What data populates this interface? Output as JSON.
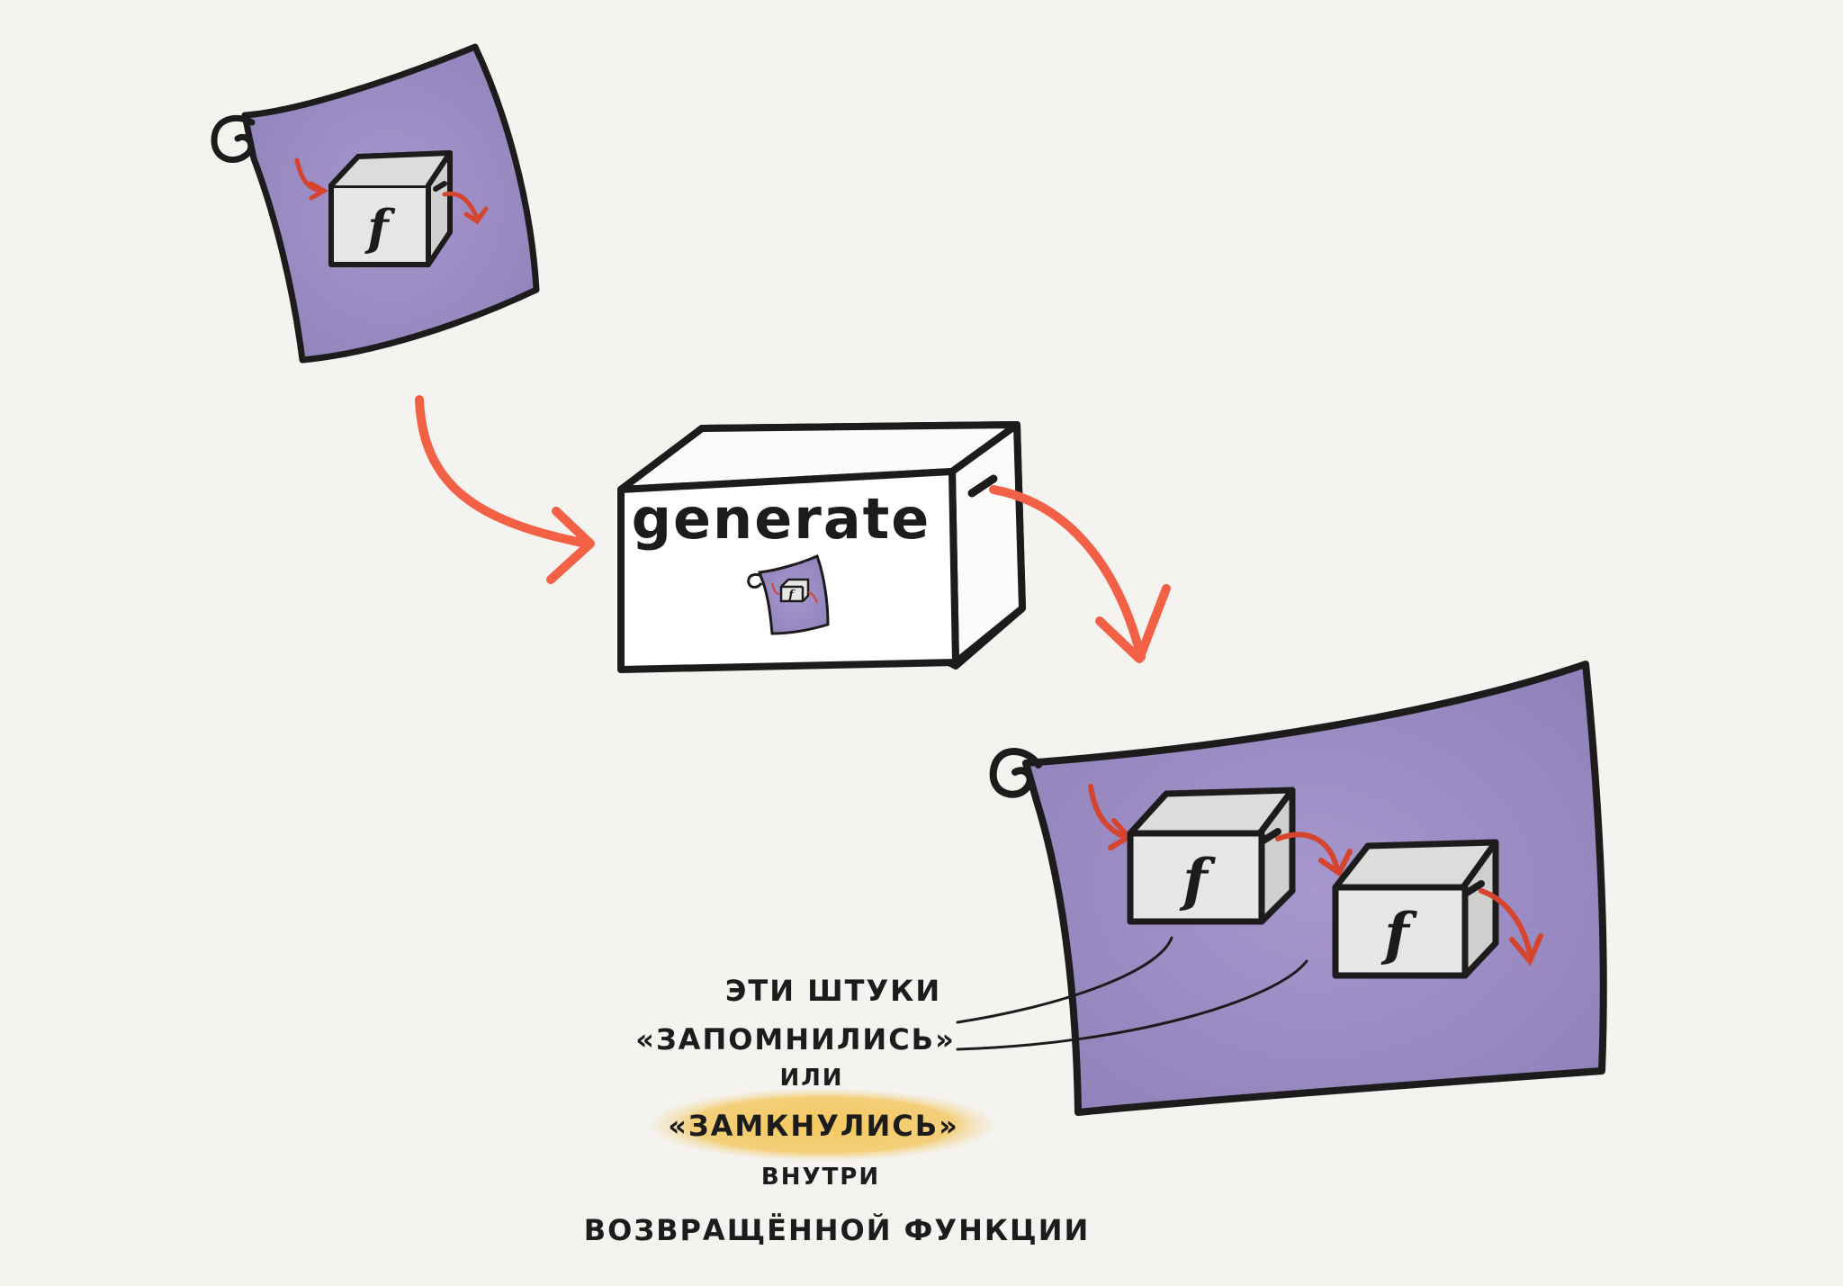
{
  "generator": {
    "label": "generate"
  },
  "function_symbol": "f",
  "annotation": {
    "line1": "ЭТИ ШТУКИ",
    "line2": "«ЗАПОМНИЛИСЬ»",
    "line3": "ИЛИ",
    "line4": "«ЗАМКНУЛИСЬ»",
    "line5": "ВНУТРИ",
    "line6": "ВОЗВРАЩЁННОЙ ФУНКЦИИ"
  },
  "colors": {
    "scroll_purple": "#9b8dc0",
    "arrow_orange": "#f26145",
    "small_arrow_red": "#d4442f",
    "box_face": "#e6e6e4",
    "highlight": "#f2c35a",
    "ink": "#1c1c1c",
    "background": "#f4f3f0"
  },
  "icons": [
    "scroll-icon",
    "function-box-icon",
    "arrow-icon"
  ]
}
